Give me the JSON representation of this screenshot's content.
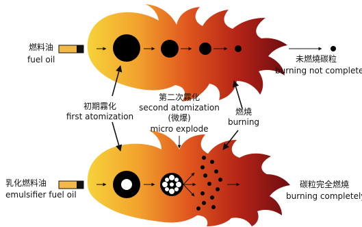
{
  "top": {
    "fuel_cn": "燃料油",
    "fuel_en": "fuel oil",
    "result_cn": "未燃燒碳粒",
    "result_en": "burning not completely"
  },
  "bottom": {
    "fuel_cn": "乳化燃料油",
    "fuel_en": "emulsifier fuel oil",
    "result_cn": "碳粒完全燃燒",
    "result_en": "burning completely"
  },
  "labels": {
    "first_cn": "初期霧化",
    "first_en": "first atomization",
    "second_cn": "第二次霧化",
    "second_en": "second atomization",
    "micro_cn": "(微爆)",
    "micro_en": "micro explode",
    "burning_cn": "燃燒",
    "burning_en": "burning"
  },
  "colors": {
    "flame_inner": "#f6d23a",
    "flame_mid": "#f08a2a",
    "flame_outer": "#d8401a",
    "flame_tip": "#7a0e12",
    "pipe_fuel": "#f2b84a",
    "droplet": "#000000"
  }
}
